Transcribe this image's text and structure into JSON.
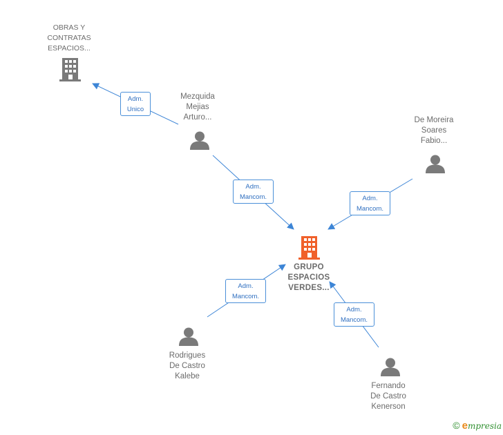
{
  "nodes": {
    "obras": {
      "label": "OBRAS Y\nCONTRATAS\nESPACIOS...",
      "color": "#7a7a7a"
    },
    "grupo": {
      "label": "GRUPO\nESPACIOS\nVERDES...",
      "color": "#f0602a"
    },
    "mezquida": {
      "label": "Mezquida\nMejias\nArturo..."
    },
    "moreira": {
      "label": "De Moreira\nSoares\nFabio..."
    },
    "rodrigues": {
      "label": "Rodrigues\nDe Castro\nKalebe"
    },
    "fernando": {
      "label": "Fernando\nDe Castro\nKenerson"
    }
  },
  "edges": {
    "mezquida_obras": {
      "line1": "Adm.",
      "line2": "Unico"
    },
    "mezquida_grupo": {
      "line1": "Adm.",
      "line2": "Mancom."
    },
    "moreira_grupo": {
      "line1": "Adm.",
      "line2": "Mancom."
    },
    "rodrigues_grupo": {
      "line1": "Adm.",
      "line2": "Mancom."
    },
    "fernando_grupo": {
      "line1": "Adm.",
      "line2": "Mancom."
    }
  },
  "colors": {
    "edge": "#3d85d6",
    "person": "#7a7a7a"
  },
  "footer": {
    "copyright": "©",
    "brand_e": "e",
    "brand_rest": "mpresia"
  }
}
